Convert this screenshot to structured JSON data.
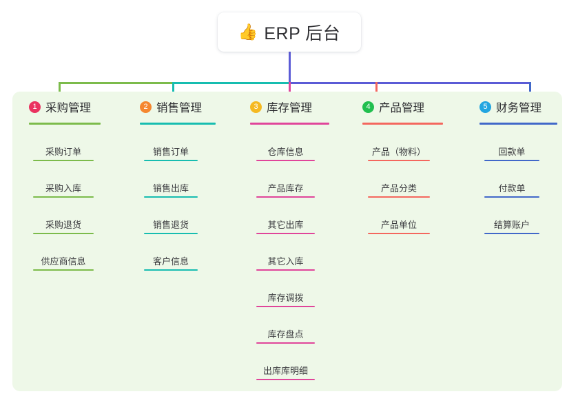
{
  "diagram": {
    "title": "ERP 后台",
    "title_emoji": "👍",
    "emoji_name": "thumbs-up-icon",
    "panel_color": "#eef8e8",
    "background": "#ffffff",
    "stem_color": "#5b5bd6",
    "columns": [
      {
        "index": "1",
        "title": "采购管理",
        "badge_color": "#ea3360",
        "line_color": "#7cbb4b",
        "connector_color": "#7cbb4b",
        "items": [
          "采购订单",
          "采购入库",
          "采购退货",
          "供应商信息"
        ]
      },
      {
        "index": "2",
        "title": "销售管理",
        "badge_color": "#f5872f",
        "line_color": "#17bdb0",
        "connector_color": "#17bdb0",
        "items": [
          "销售订单",
          "销售出库",
          "销售退货",
          "客户信息"
        ]
      },
      {
        "index": "3",
        "title": "库存管理",
        "badge_color": "#f5b921",
        "line_color": "#e0459a",
        "connector_color": "#e0459a",
        "items": [
          "仓库信息",
          "产品库存",
          "其它出库",
          "其它入库",
          "库存调拨",
          "库存盘点",
          "出库库明细"
        ]
      },
      {
        "index": "4",
        "title": "产品管理",
        "badge_color": "#21bf4f",
        "line_color": "#f4675e",
        "connector_color": "#f4675e",
        "items": [
          "产品（物料）",
          "产品分类",
          "产品单位"
        ]
      },
      {
        "index": "5",
        "title": "财务管理",
        "badge_color": "#22a5e0",
        "line_color": "#4168c9",
        "connector_color": "#4168c9",
        "items": [
          "回款单",
          "付款单",
          "结算账户"
        ]
      }
    ]
  }
}
